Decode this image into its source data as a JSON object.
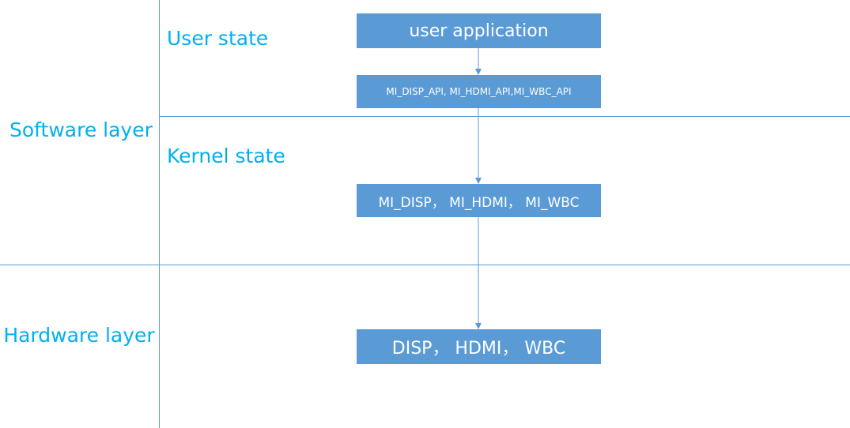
{
  "colors": {
    "box_fill": "#5b9bd5",
    "label_text": "#00b0f0",
    "divider": "#5b9bd5"
  },
  "layers": {
    "software": "Software layer",
    "hardware": "Hardware layer"
  },
  "states": {
    "user": "User state",
    "kernel": "Kernel state"
  },
  "boxes": {
    "user_application": "user application",
    "api": "MI_DISP_API, MI_HDMI_API,MI_WBC_API",
    "kernel_modules": "MI_DISP， MI_HDMI， MI_WBC",
    "hardware": "DISP， HDMI， WBC"
  }
}
